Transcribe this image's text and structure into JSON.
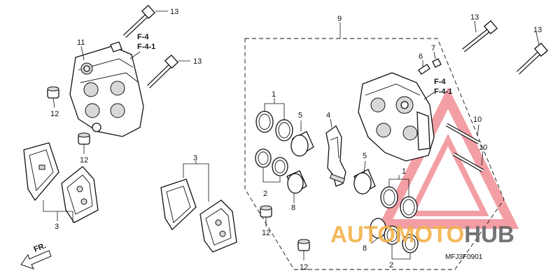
{
  "callouts": {
    "c13a": "13",
    "c13b": "13",
    "c13c": "13",
    "c13d": "13",
    "c11": "11",
    "c12a": "12",
    "c12b": "12",
    "c12c": "12",
    "c12d": "12",
    "c9": "9",
    "c1a": "1",
    "c1b": "1",
    "c5a": "5",
    "c5b": "5",
    "c4": "4",
    "c2a": "2",
    "c2b": "2",
    "c8a": "8",
    "c8b": "8",
    "c3a": "3",
    "c3b": "3",
    "c6": "6",
    "c7": "7",
    "c10a": "10",
    "c10b": "10"
  },
  "refs": {
    "left_f4": "F-4",
    "left_f41": "F-4-1",
    "right_f4": "F-4",
    "right_f41": "F-4-1"
  },
  "direction": "FR.",
  "diagram_code": "MFJ3F0901",
  "watermark": {
    "part1": "AUTO",
    "part2": "MOTO",
    "part3": "HUB",
    "color_main": "#f2b24c",
    "color_accent": "#e8505b",
    "color_dark": "#666666"
  }
}
